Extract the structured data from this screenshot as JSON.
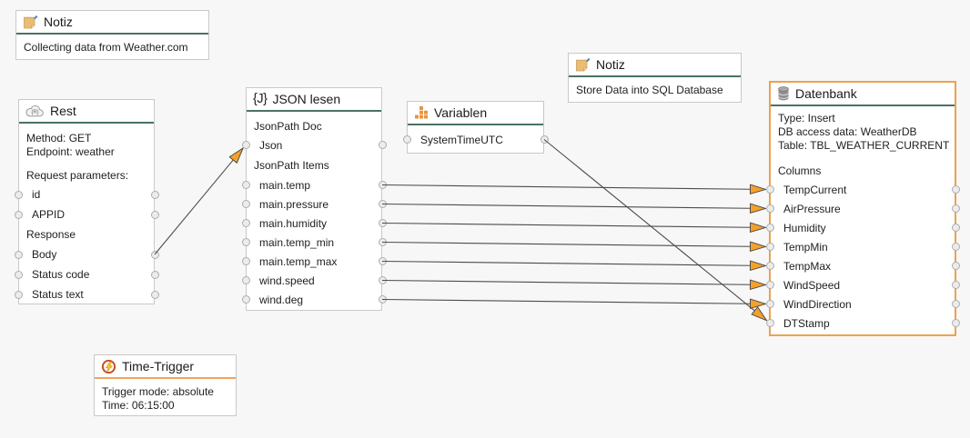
{
  "colors": {
    "canvas_bg": "#f7f7f7",
    "node_border": "#c9c9c9",
    "selected_node_border": "#eca24d",
    "header_divider_green": "#4a7263",
    "header_divider_orange": "#f0a55c",
    "arrow_fill": "#f4a12b",
    "line": "#4c4c4c",
    "port_fill": "#ececec"
  },
  "icons": {
    "note": "sticky-note-icon",
    "rest": "cloud-rest-icon",
    "json": "json-braces-icon",
    "variables": "blocks-chart-icon",
    "database": "database-cylinder-icon",
    "trigger": "clock-lightning-icon"
  },
  "nodes": {
    "note1": {
      "title": "Notiz",
      "body": "Collecting data from Weather.com"
    },
    "rest": {
      "title": "Rest",
      "lines": [
        "Method: GET",
        "Endpoint: weather"
      ],
      "request_label": "Request parameters:",
      "request_ports": [
        "id",
        "APPID"
      ],
      "response_label": "Response",
      "response_ports": [
        "Body",
        "Status code",
        "Status text"
      ]
    },
    "json": {
      "title": "JSON lesen",
      "icon_glyph": "{J}",
      "doc_label": "JsonPath Doc",
      "doc_port": "Json",
      "items_label": "JsonPath Items",
      "items": [
        "main.temp",
        "main.pressure",
        "main.humidity",
        "main.temp_min",
        "main.temp_max",
        "wind.speed",
        "wind.deg"
      ]
    },
    "variables": {
      "title": "Variablen",
      "port": "SystemTimeUTC"
    },
    "note2": {
      "title": "Notiz",
      "body": "Store Data into SQL Database"
    },
    "database": {
      "title": "Datenbank",
      "info": [
        "Type: Insert",
        "DB access data: WeatherDB",
        "Table: TBL_WEATHER_CURRENT"
      ],
      "columns_label": "Columns",
      "columns": [
        "TempCurrent",
        "AirPressure",
        "Humidity",
        "TempMin",
        "TempMax",
        "WindSpeed",
        "WindDirection",
        "DTStamp"
      ]
    },
    "trigger": {
      "title": "Time-Trigger",
      "lines": [
        "Trigger mode: absolute",
        "Time: 06:15:00"
      ]
    }
  },
  "connections": [
    {
      "from": "rest.Body",
      "to": "json.Json"
    },
    {
      "from": "json.main.temp",
      "to": "db.TempCurrent"
    },
    {
      "from": "json.main.pressure",
      "to": "db.AirPressure"
    },
    {
      "from": "json.main.humidity",
      "to": "db.Humidity"
    },
    {
      "from": "json.main.temp_min",
      "to": "db.TempMin"
    },
    {
      "from": "json.main.temp_max",
      "to": "db.TempMax"
    },
    {
      "from": "json.wind.speed",
      "to": "db.WindSpeed"
    },
    {
      "from": "json.wind.deg",
      "to": "db.WindDirection"
    },
    {
      "from": "var.SystemTimeUTC",
      "to": "db.DTStamp"
    }
  ]
}
